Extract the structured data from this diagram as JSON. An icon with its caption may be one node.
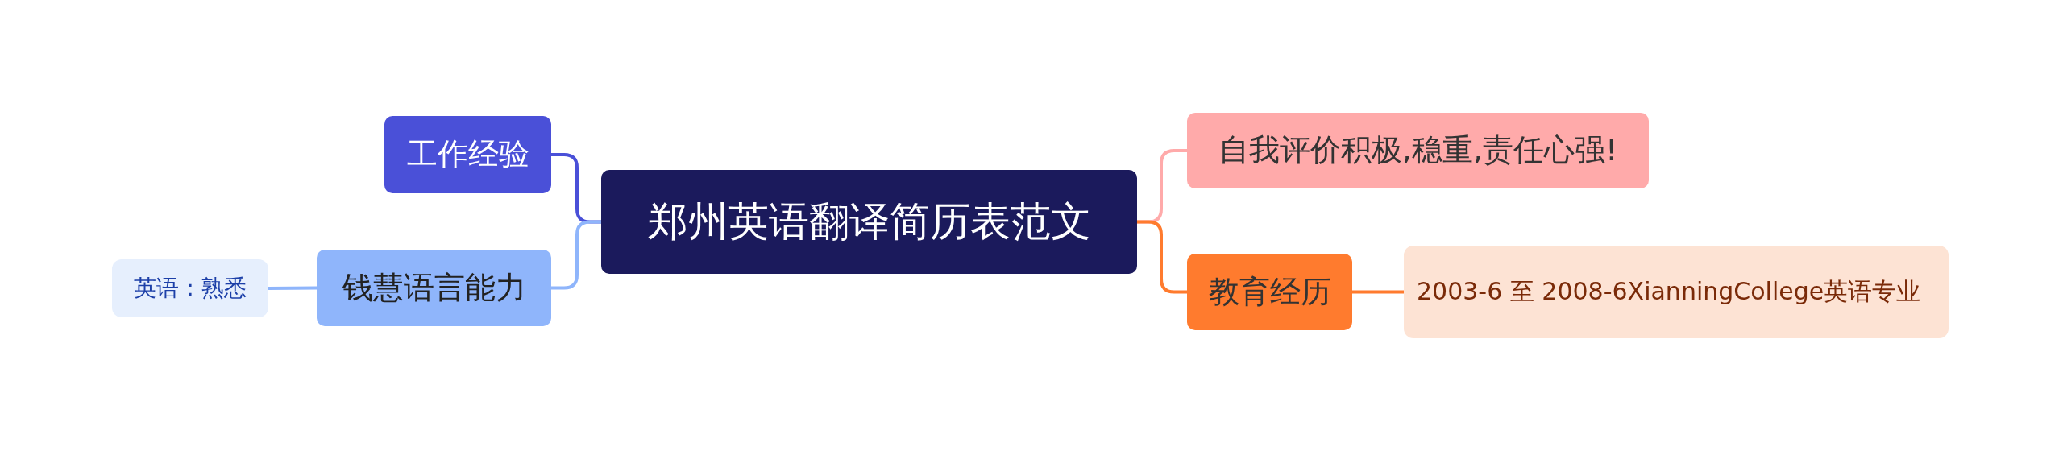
{
  "diagram": {
    "nodes": [
      {
        "text": [
          "郑州英语翻译简历表范文"
        ]
      },
      {
        "text": [
          "工作经验"
        ]
      },
      {
        "text": [
          "钱慧语言能力"
        ]
      },
      {
        "text": [
          "英语：熟悉"
        ]
      },
      {
        "text": [
          "自我评价积极,稳重,责任心强!"
        ]
      },
      {
        "text": [
          "教育经历"
        ]
      },
      {
        "text": [
          "2003-6 至 2008-6XianningCollege英语专业"
        ]
      }
    ],
    "edges": [
      {
        "from": 0,
        "to": 1,
        "arrow": "none",
        "color": "#4a50d8"
      },
      {
        "from": 0,
        "to": 2,
        "arrow": "none",
        "color": "#8fb5fb"
      },
      {
        "from": 2,
        "to": 3,
        "arrow": "none",
        "color": "#8fb5fb"
      },
      {
        "from": 0,
        "to": 4,
        "arrow": "none",
        "color": "#ffaaaa"
      },
      {
        "from": 0,
        "to": 5,
        "arrow": "none",
        "color": "#ff7b2e"
      },
      {
        "from": 5,
        "to": 6,
        "arrow": "none",
        "color": "#ff7b2e"
      }
    ]
  }
}
